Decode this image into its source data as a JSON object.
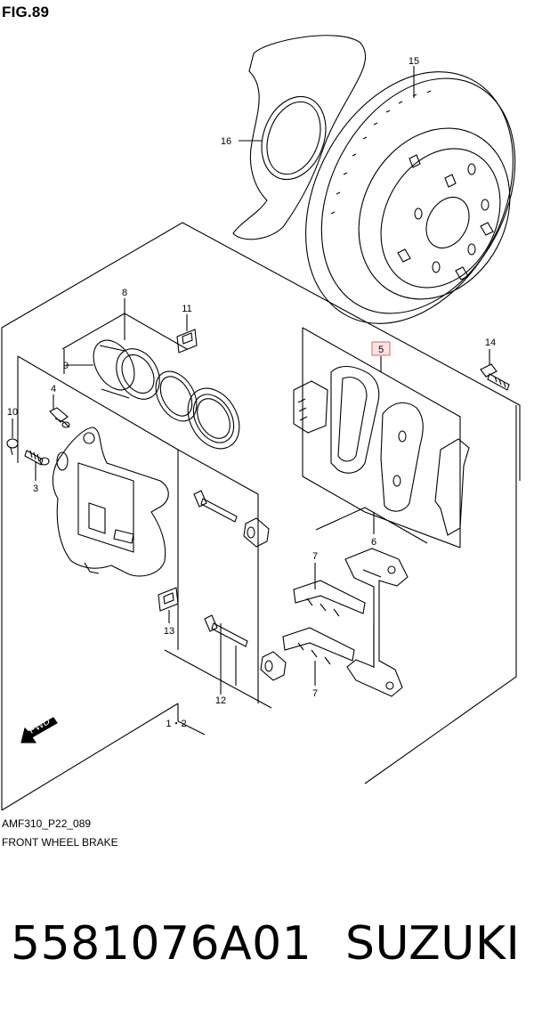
{
  "figure": {
    "title": "FIG.89",
    "code": "AMF310_P22_089",
    "description": "FRONT WHEEL BRAKE"
  },
  "callouts": {
    "c15": "15",
    "c16": "16",
    "c8": "8",
    "c11": "11",
    "c9": "9",
    "c4": "4",
    "c10": "10",
    "c3": "3",
    "c5": "5",
    "c14": "14",
    "c6": "6",
    "c7a": "7",
    "c7b": "7",
    "c13": "13",
    "c12": "12",
    "c12b": "1・2"
  },
  "fwd_arrow_label": "FWD",
  "highlight_color": "#e06060",
  "product": {
    "part_number": "5581076A01",
    "brand": "SUZUKI"
  }
}
